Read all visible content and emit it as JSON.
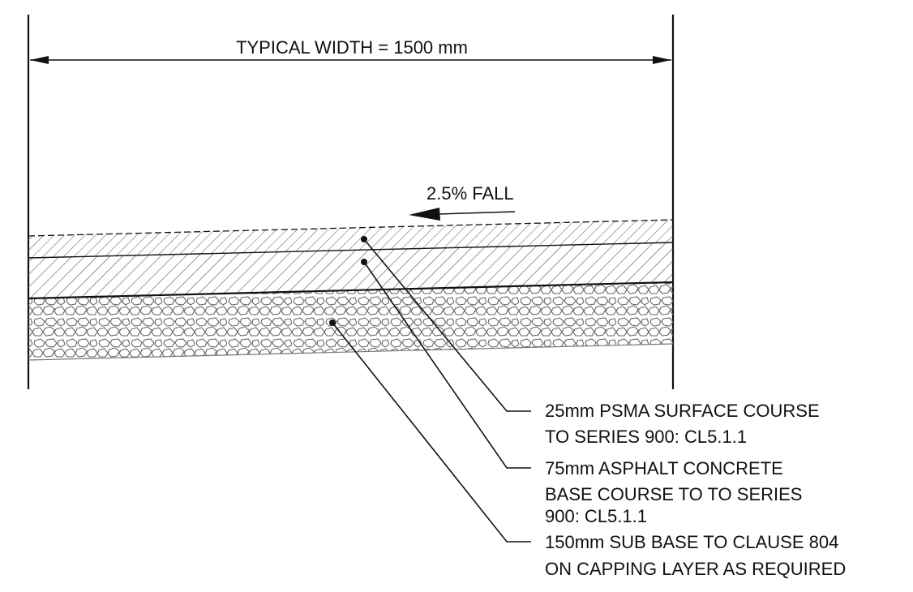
{
  "dimension": {
    "label": "TYPICAL WIDTH = 1500 mm"
  },
  "fall": {
    "label": "2.5% FALL"
  },
  "callouts": [
    {
      "id": "surface-course",
      "lines": [
        "25mm PSMA SURFACE COURSE",
        "TO SERIES 900: CL5.1.1"
      ]
    },
    {
      "id": "base-course",
      "lines": [
        "75mm ASPHALT CONCRETE",
        "BASE COURSE TO TO SERIES",
        "900: CL5.1.1"
      ]
    },
    {
      "id": "sub-base",
      "lines": [
        "150mm SUB BASE TO CLAUSE 804",
        "ON CAPPING LAYER AS REQUIRED"
      ]
    }
  ],
  "colors": {
    "line": "#111111",
    "hatch": "#555555",
    "aggregate": "#666666"
  }
}
